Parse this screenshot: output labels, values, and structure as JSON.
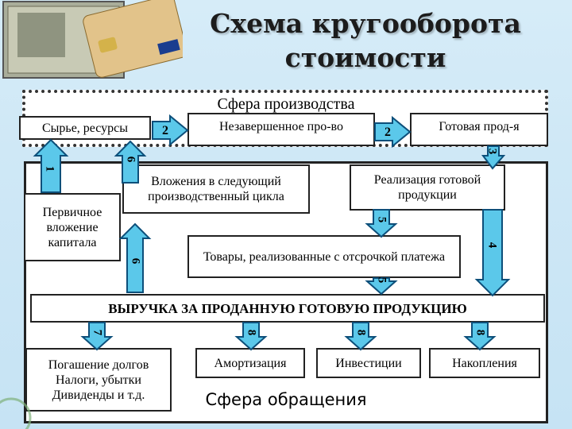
{
  "title": {
    "line1": "Схема кругооборота",
    "line2": "стоимости"
  },
  "production_sphere": "Сфера производства",
  "circulation_sphere": "Сфера обращения",
  "boxes": {
    "raw": "Сырье, ресурсы",
    "wip": "Незавершенное про-во",
    "finished": "Готовая прод-я",
    "primary": "Первичное вложение капитала",
    "next_cycle": "Вложения в следующий производственный цикла",
    "realization": "Реализация готовой продукции",
    "deferred": "Товары, реализованные с отсрочкой платежа",
    "revenue": "ВЫРУЧКА ЗА ПРОДАННУЮ ГОТОВУЮ ПРОДУКЦИЮ",
    "debts": "Погашение долгов Налоги, убытки Дивиденды и т.д.",
    "amort": "Амортизация",
    "invest": "Инвестиции",
    "savings": "Накопления"
  },
  "arrows": {
    "a1": "1",
    "a2a": "2",
    "a2b": "2",
    "a3": "3",
    "a4": "4",
    "a5a": "5",
    "a5b": "5",
    "a6a": "6",
    "a6b": "6",
    "a7": "7",
    "a8a": "8",
    "a8b": "8",
    "a8c": "8"
  },
  "colors": {
    "arrow_fill": "#5bc8ea",
    "arrow_stroke": "#0d4f7a",
    "background": "#cfe8f6"
  }
}
